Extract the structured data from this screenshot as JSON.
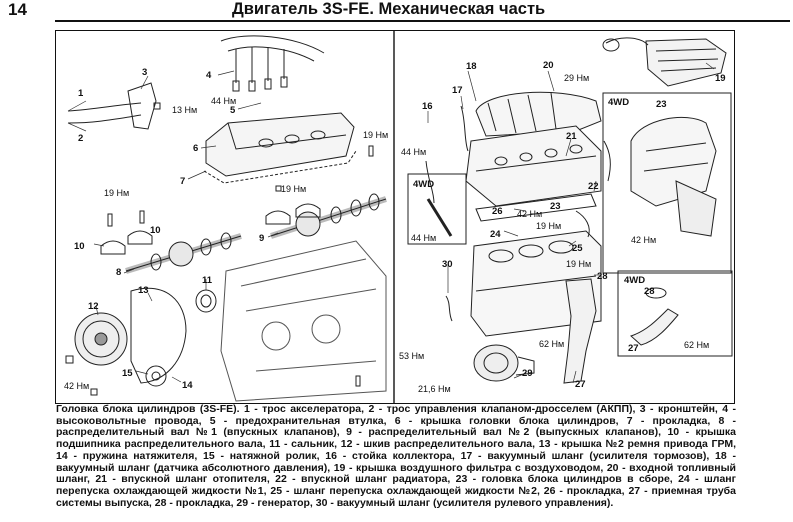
{
  "header": {
    "page_number": "14",
    "title": "Двигатель 3S-FE. Механическая часть"
  },
  "figure": {
    "part_numbers": [
      "1",
      "2",
      "3",
      "4",
      "5",
      "6",
      "7",
      "8",
      "9",
      "10",
      "11",
      "12",
      "13",
      "14",
      "15",
      "16",
      "17",
      "18",
      "19",
      "20",
      "21",
      "22",
      "23",
      "24",
      "25",
      "26",
      "27",
      "28",
      "29",
      "30"
    ],
    "variant_label": "4WD",
    "torques": {
      "t13": "13 Нм",
      "t19": "19 Нм",
      "t44": "44 Нм",
      "t42": "42 Нм",
      "t29": "29 Нм",
      "t62": "62 Нм",
      "t53": "53 Нм",
      "t216": "21,6 Нм"
    }
  },
  "caption": "Головка блока цилиндров (3S-FE). 1 - трос акселератора, 2 - трос управления клапаном-дросселем (АКПП), 3 - кронштейн, 4 - высоковольтные провода, 5 - предохранительная втулка, 6 - крышка головки блока цилиндров, 7 - прокладка, 8 - распределительный вал №1 (впускных клапанов), 9 - распределительный вал №2 (выпускных клапанов), 10 - крышка подшипника распределительного вала, 11 - сальник, 12 - шкив распределительного вала, 13 - крышка №2 ремня привода ГРМ, 14 - пружина натяжителя, 15 - натяжной ролик, 16 - стойка коллектора, 17 - вакуумный шланг (усилителя тормозов), 18 - вакуумный шланг (датчика абсолютного давления), 19 - крышка воздушного фильтра с воздуховодом, 20 - входной топливный шланг, 21 - впускной шланг отопителя, 22 - впускной шланг радиатора, 23 - головка блока цилиндров в сборе, 24 - шланг перепуска охлаждающей жидкости №1, 25 - шланг перепуска охлаждающей жидкости №2, 26 - прокладка, 27 - приемная труба системы выпуска, 28 - прокладка, 29 - генератор, 30 - вакуумный шланг (усилителя рулевого управления)."
}
